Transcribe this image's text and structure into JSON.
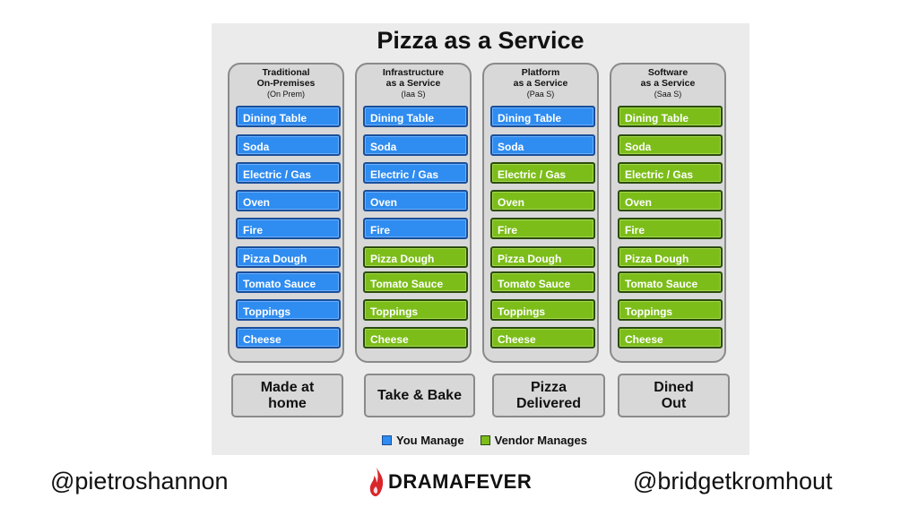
{
  "title": "Pizza as a Service",
  "columns": [
    {
      "head1": "Traditional",
      "head2": "On-Premises",
      "head3": "(On Prem)",
      "items": [
        {
          "label": "Dining Table",
          "owner": "you"
        },
        {
          "label": "Soda",
          "owner": "you"
        },
        {
          "label": "Electric / Gas",
          "owner": "you"
        },
        {
          "label": "Oven",
          "owner": "you"
        },
        {
          "label": "Fire",
          "owner": "you"
        },
        {
          "label": "Pizza Dough",
          "owner": "you"
        },
        {
          "label": "Tomato Sauce",
          "owner": "you"
        },
        {
          "label": "Toppings",
          "owner": "you"
        },
        {
          "label": "Cheese",
          "owner": "you"
        }
      ],
      "bottom1": "Made at",
      "bottom2": "home"
    },
    {
      "head1": "Infrastructure",
      "head2": "as a Service",
      "head3": "(Iaa S)",
      "items": [
        {
          "label": "Dining Table",
          "owner": "you"
        },
        {
          "label": "Soda",
          "owner": "you"
        },
        {
          "label": "Electric / Gas",
          "owner": "you"
        },
        {
          "label": "Oven",
          "owner": "you"
        },
        {
          "label": "Fire",
          "owner": "you"
        },
        {
          "label": "Pizza Dough",
          "owner": "vendor"
        },
        {
          "label": "Tomato Sauce",
          "owner": "vendor"
        },
        {
          "label": "Toppings",
          "owner": "vendor"
        },
        {
          "label": "Cheese",
          "owner": "vendor"
        }
      ],
      "bottom1": "Take & Bake",
      "bottom2": ""
    },
    {
      "head1": "Platform",
      "head2": "as a Service",
      "head3": "(Paa S)",
      "items": [
        {
          "label": "Dining Table",
          "owner": "you"
        },
        {
          "label": "Soda",
          "owner": "you"
        },
        {
          "label": "Electric / Gas",
          "owner": "vendor"
        },
        {
          "label": "Oven",
          "owner": "vendor"
        },
        {
          "label": "Fire",
          "owner": "vendor"
        },
        {
          "label": "Pizza Dough",
          "owner": "vendor"
        },
        {
          "label": "Tomato Sauce",
          "owner": "vendor"
        },
        {
          "label": "Toppings",
          "owner": "vendor"
        },
        {
          "label": "Cheese",
          "owner": "vendor"
        }
      ],
      "bottom1": "Pizza",
      "bottom2": "Delivered"
    },
    {
      "head1": "Software",
      "head2": "as a Service",
      "head3": "(Saa S)",
      "items": [
        {
          "label": "Dining Table",
          "owner": "vendor"
        },
        {
          "label": "Soda",
          "owner": "vendor"
        },
        {
          "label": "Electric / Gas",
          "owner": "vendor"
        },
        {
          "label": "Oven",
          "owner": "vendor"
        },
        {
          "label": "Fire",
          "owner": "vendor"
        },
        {
          "label": "Pizza Dough",
          "owner": "vendor"
        },
        {
          "label": "Tomato Sauce",
          "owner": "vendor"
        },
        {
          "label": "Toppings",
          "owner": "vendor"
        },
        {
          "label": "Cheese",
          "owner": "vendor"
        }
      ],
      "bottom1": "Dined",
      "bottom2": "Out"
    }
  ],
  "legend": {
    "you": "You Manage",
    "vendor": "Vendor Manages"
  },
  "colors": {
    "you": "#2f8cf0",
    "vendor": "#7cbd1a"
  },
  "footer": {
    "left_handle": "@pietroshannon",
    "brand": "DRAMAFEVER",
    "brand_icon": "flame-icon",
    "right_handle": "@bridgetkromhout"
  }
}
